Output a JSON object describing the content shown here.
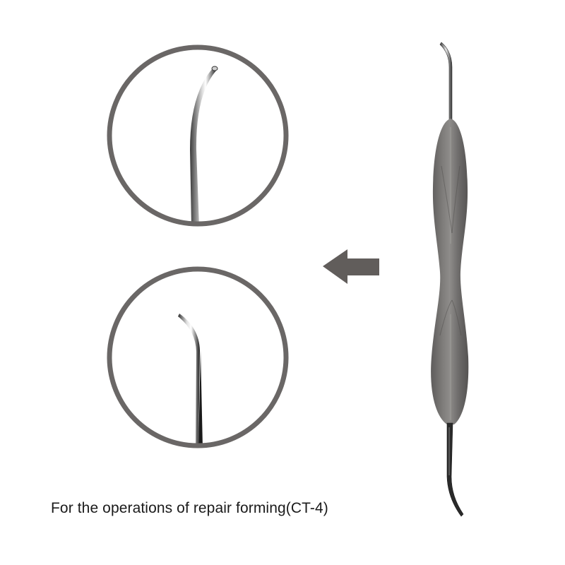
{
  "caption": {
    "text": "For the operations of repair forming(CT-4)"
  },
  "callouts": [
    {
      "id": "top",
      "description": "magnified upper tip - curved toward right",
      "icon": "magnified-tip-icon"
    },
    {
      "id": "bottom",
      "description": "magnified lower tip - curved toward left",
      "icon": "magnified-tip-icon"
    }
  ],
  "arrow": {
    "direction": "left",
    "icon": "arrow-left-icon"
  },
  "instrument": {
    "type": "double-ended dental instrument",
    "icon": "dental-instrument-icon"
  },
  "colors": {
    "background": "#ffffff",
    "ring": "#6a6766",
    "arrow": "#615d5b",
    "handle": "#6f6d6c",
    "handle_highlight": "#9a9896",
    "steel_dark": "#2b2b2b",
    "steel_light": "#d9d9d9",
    "text": "#1a1a1a"
  }
}
